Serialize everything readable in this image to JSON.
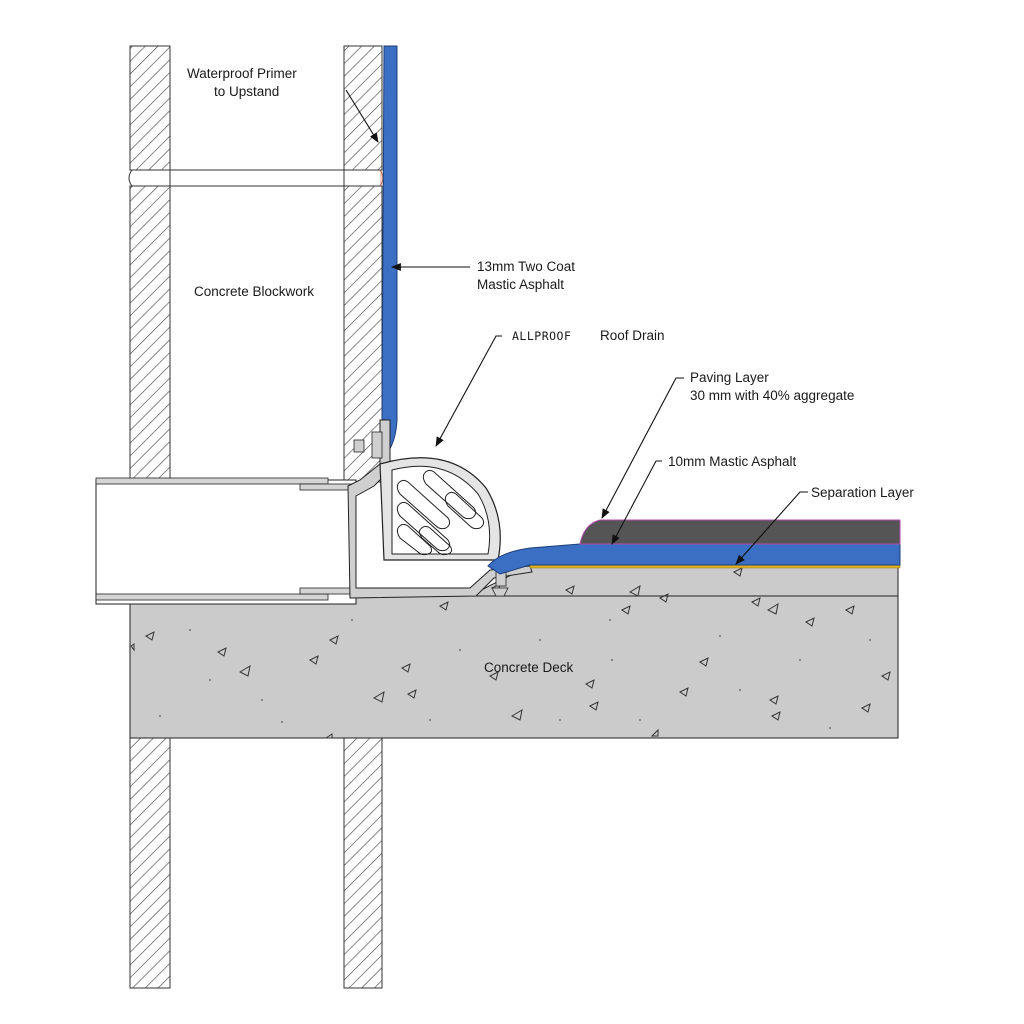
{
  "labels": {
    "primer_line1": "Waterproof Primer",
    "primer_line2": "to Upstand",
    "blockwork": "Concrete Blockwork",
    "asphalt13_line1": "13mm Two Coat",
    "asphalt13_line2": "Mastic Asphalt",
    "drain_brand": "ALLPROOF",
    "drain_name": "Roof Drain",
    "paving_line1": "Paving Layer",
    "paving_line2": "30 mm with 40% aggregate",
    "asphalt10": "10mm Mastic Asphalt",
    "separation": "Separation Layer",
    "deck": "Concrete Deck"
  },
  "colors": {
    "asphalt_blue": "#3a6fc4",
    "asphalt_edge": "#1f3f7a",
    "paving": "#555555",
    "paving_edge": "#b04ab0",
    "separation": "#e0b020",
    "concrete": "#c8c8c8",
    "drain_metal": "#cfcfcf",
    "hatch": "#4a4a4a"
  }
}
